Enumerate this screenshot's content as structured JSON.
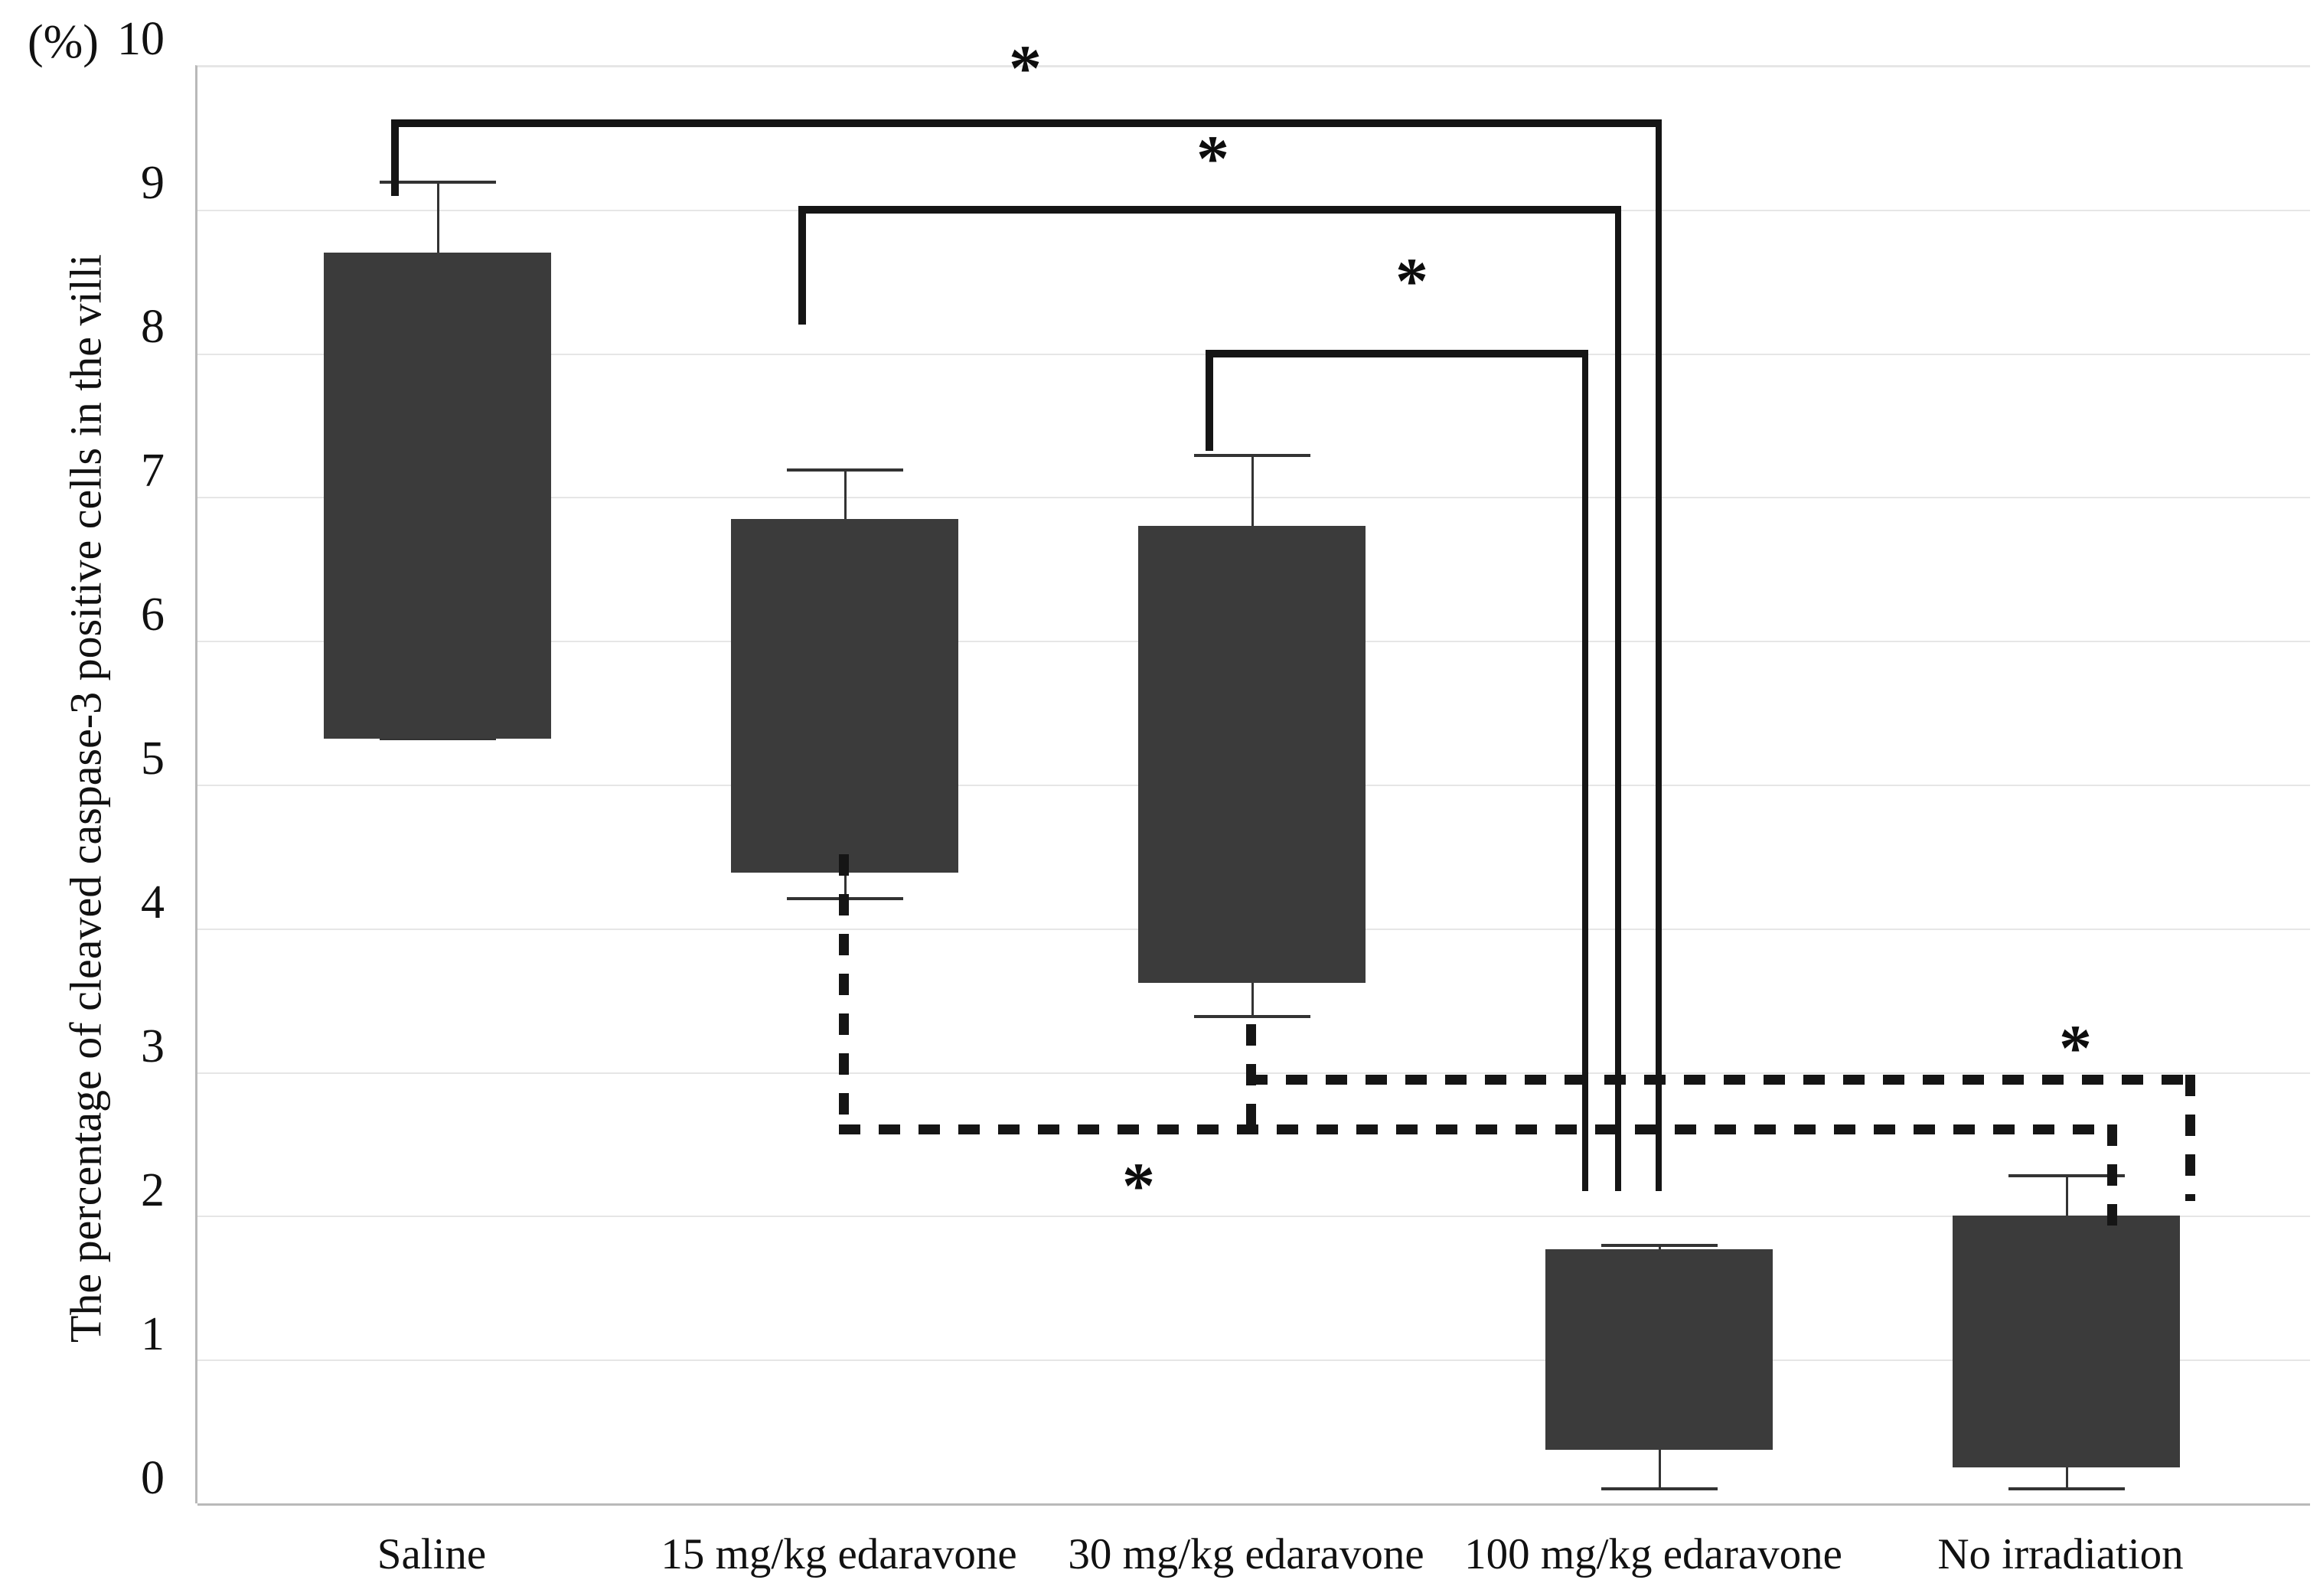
{
  "chart_data": {
    "type": "bar",
    "title": "",
    "xlabel": "",
    "ylabel": "The percentage of cleaved caspase-3 positive cells in the villi",
    "unit_label": "(%)",
    "ylim": [
      0,
      10
    ],
    "ytick_labels": [
      "10",
      "9",
      "8",
      "7",
      "6",
      "5",
      "4",
      "3",
      "2",
      "1",
      "0"
    ],
    "grid": true,
    "legend": "none",
    "note": "Floating bars (min-to-max box style) with whisker error bars; asterisks mark significant comparisons.",
    "categories": [
      "Saline",
      "15 mg/kg edaravone",
      "30 mg/kg edaravone",
      "100 mg/kg edaravone",
      "No irradiation"
    ],
    "bar_top": [
      8.7,
      6.85,
      6.8,
      1.77,
      2.0
    ],
    "bar_bottom": [
      5.32,
      4.39,
      3.62,
      0.37,
      0.25
    ],
    "error_high": [
      9.2,
      7.2,
      7.3,
      1.81,
      2.29
    ],
    "error_low": [
      5.0,
      4.19,
      3.4,
      0.1,
      0.1
    ],
    "bar_color": "#3b3b3b",
    "gridline_color": "#e6e6e6",
    "significance": [
      {
        "label": "*",
        "style": "solid",
        "from": "Saline",
        "to": "100 mg/kg edaravone",
        "level": 9.6
      },
      {
        "label": "*",
        "style": "solid",
        "from": "15 mg/kg edaravone",
        "to": "100 mg/kg edaravone",
        "level": 9.0
      },
      {
        "label": "*",
        "style": "solid",
        "from": "30 mg/kg edaravone",
        "to": "100 mg/kg edaravone",
        "level": 8.0
      },
      {
        "label": "*",
        "style": "dashed",
        "from": "15 mg/kg edaravone",
        "to": "No irradiation",
        "level": 2.6
      },
      {
        "label": "*",
        "style": "dashed",
        "from": "30 mg/kg edaravone",
        "to": "No irradiation",
        "level": 2.95
      }
    ],
    "asterisks": [
      "*",
      "*",
      "*",
      "*",
      "*"
    ]
  }
}
